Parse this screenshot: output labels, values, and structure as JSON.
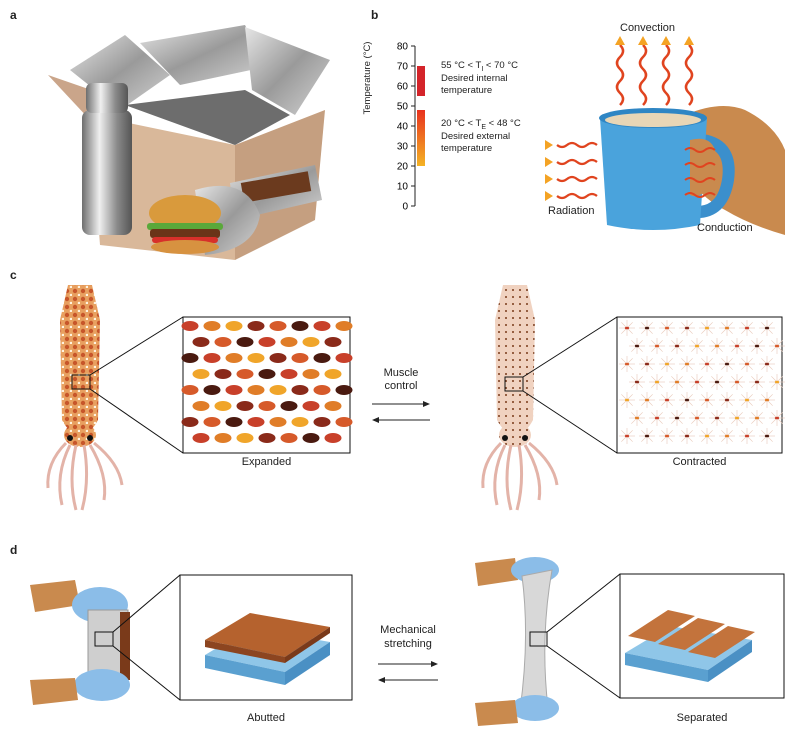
{
  "panels": {
    "a": {
      "letter": "a"
    },
    "b": {
      "letter": "b",
      "axis_label": "Temperature (°C)",
      "ticks": [
        "80",
        "70",
        "60",
        "50",
        "40",
        "30",
        "20",
        "10",
        "0"
      ],
      "internal_range": "55 °C < T",
      "internal_sub": "I",
      "internal_range_end": " < 70 °C",
      "internal_desc_1": "Desired internal",
      "internal_desc_2": "temperature",
      "external_range": "20 °C < T",
      "external_sub": "E",
      "external_range_end": " < 48 °C",
      "external_desc_1": "Desired external",
      "external_desc_2": "temperature",
      "convection": "Convection",
      "radiation": "Radiation",
      "conduction": "Conduction"
    },
    "c": {
      "letter": "c",
      "expanded": "Expanded",
      "contracted": "Contracted",
      "arrow_label_1": "Muscle",
      "arrow_label_2": "control"
    },
    "d": {
      "letter": "d",
      "abutted": "Abutted",
      "separated": "Separated",
      "arrow_label_1": "Mechanical",
      "arrow_label_2": "stretching"
    }
  },
  "colors": {
    "internal_bar": "#d4242a",
    "external_bar_top": "#e8321e",
    "external_bar_bottom": "#f4b324",
    "mug_blue": "#4aa3dc",
    "hand_skin": "#c98a4e",
    "glove_blue": "#8bbde8",
    "copper": "#b5622e"
  }
}
